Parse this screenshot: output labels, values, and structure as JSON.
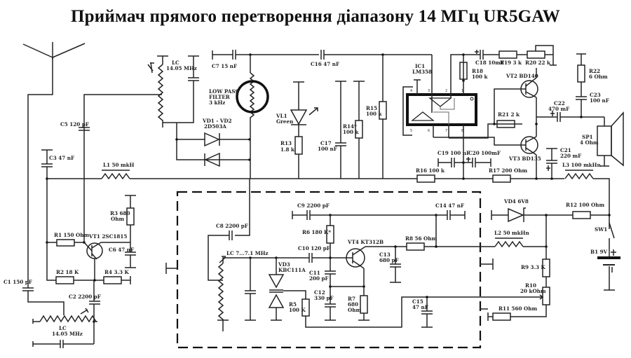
{
  "title": "Приймач прямого перетворення діапазону 14 МГц UR5GAW",
  "labels": {
    "lc1": [
      "LC",
      "14.05 MHz"
    ],
    "c7": "C7 15 nF",
    "c16": "C16 47 nF",
    "lpf": [
      "LOW PASS",
      "FILTER",
      "3 kHz"
    ],
    "vd12": [
      "VD1 - VD2",
      "2D503A"
    ],
    "vl1": [
      "VL1",
      "Green"
    ],
    "r13": [
      "R13",
      "1.8 k"
    ],
    "c17": [
      "C17",
      "100 nF"
    ],
    "r14": [
      "R14*",
      "100 k"
    ],
    "r15": [
      "R15",
      "100 k"
    ],
    "ic1": [
      "IC1",
      "LM358"
    ],
    "r18": [
      "R18",
      "100 k"
    ],
    "c18": "C18 10mF",
    "r19": "R19 3 k",
    "r20": "R20  22 k",
    "vt2": "VT2  BD140",
    "r21": "R21 2 k",
    "c22": [
      "C22",
      "470 mF"
    ],
    "r22": [
      "R22",
      "6 Ohm"
    ],
    "c23": [
      "C23",
      "100 nF"
    ],
    "sp1": [
      "SP1",
      "4 Ohm"
    ],
    "vt3": "VT3 BD135",
    "c19": "C19 100 nF",
    "c20": "C20 100mF",
    "c21": [
      "C21",
      "220 mF"
    ],
    "l3": "L3 100 mkHn",
    "r16": "R16 100 k",
    "r17": "R17 200 Ohm",
    "c5": "C5 120 pF",
    "c3": "C3 47 nF",
    "l1": "L1 50 mkH",
    "r3": [
      "R3 680",
      "Ohm"
    ],
    "r1": "R1 150 Ohm",
    "vt1": "VT1 2SC1815",
    "c6": "C6 47 nF",
    "r2": "R2 18 K",
    "r4": "R4 3.3 K",
    "c1": "C1 150 pF",
    "c2": "C2 2200 pF",
    "lc2": [
      "LC",
      "14.05 MHz"
    ],
    "c8": "C8 2200 pF",
    "c9": "C9 2200 pF",
    "lc3": "LC 7...7.1 MHz",
    "vd3": [
      "VD3",
      "KBC111A"
    ],
    "r5": [
      "R5",
      "100 K"
    ],
    "r6": "R6 180 K*",
    "c10": "C10 120 pF",
    "c11": [
      "C11",
      "200 pF"
    ],
    "c12": [
      "C12",
      "330 pF"
    ],
    "vt4": "VT4 KT312B",
    "r7": [
      "R7",
      "680",
      "Ohm"
    ],
    "c13": [
      "C13",
      "680 pF"
    ],
    "r8": "R8 56 Ohm",
    "c14": "C14 47 nF",
    "c15": [
      "C15",
      "47 nF"
    ],
    "vd4": "VD4 6V8",
    "r12": "R12 100 Ohm",
    "l2": "L2  50 mkHn",
    "sw1": "SW1",
    "b1": "B1   9V",
    "r9": "R9 3.3 K",
    "r10": [
      "R10",
      "20 kOhm"
    ],
    "r11": "R11 560 Ohm"
  },
  "ic_pins": [
    "4",
    "3",
    "2",
    "1",
    "5",
    "6",
    "7",
    "8"
  ],
  "signs": {
    "plus": "+",
    "minus": "−"
  }
}
